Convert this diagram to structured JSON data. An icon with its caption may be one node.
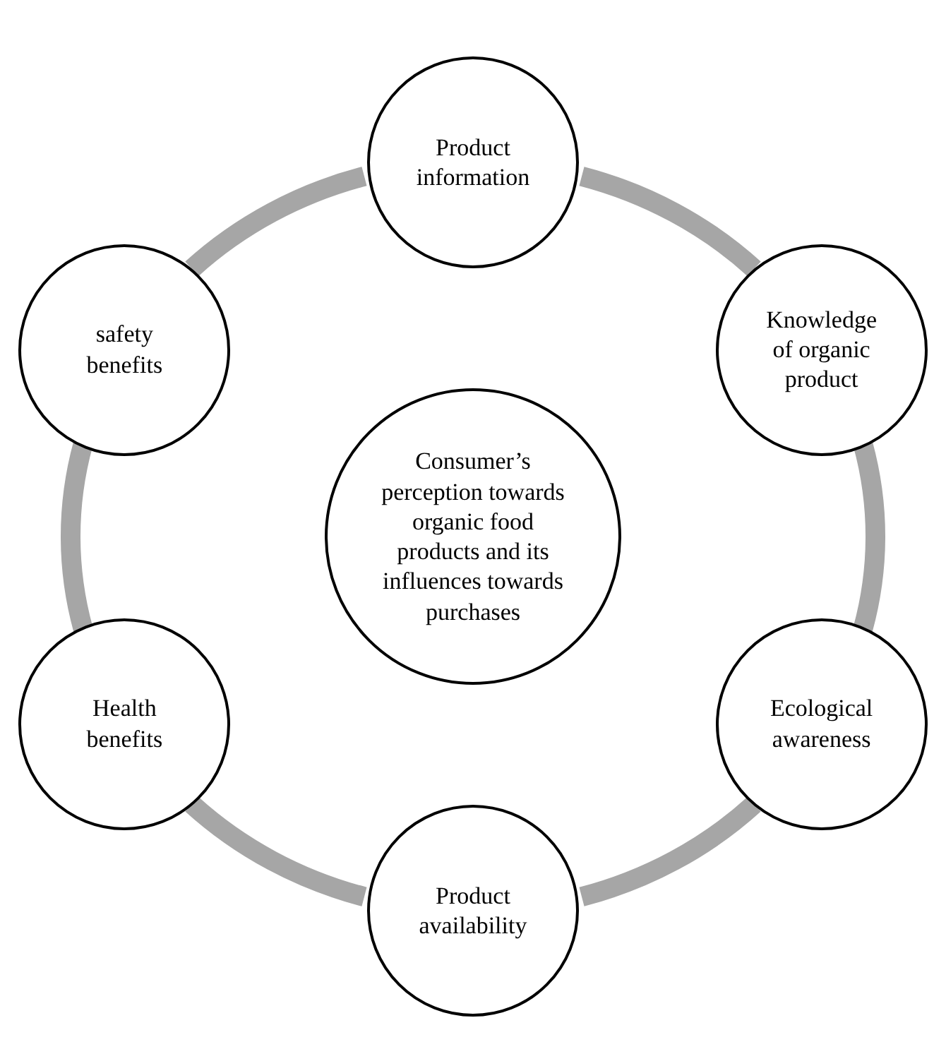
{
  "diagram": {
    "nodes": [
      {
        "text": [
          "Consumer’s perception towards organic food products and its influences towards purchases"
        ]
      },
      {
        "text": [
          "Product information"
        ]
      },
      {
        "text": [
          "Knowledge of organic product"
        ]
      },
      {
        "text": [
          "Ecological awareness"
        ]
      },
      {
        "text": [
          "Product availability"
        ]
      },
      {
        "text": [
          "Health benefits"
        ]
      },
      {
        "text": [
          "safety benefits"
        ]
      }
    ],
    "edges": [
      {
        "from": 1,
        "to": 2,
        "arrow": "none"
      },
      {
        "from": 2,
        "to": 3,
        "arrow": "none"
      },
      {
        "from": 3,
        "to": 4,
        "arrow": "none"
      },
      {
        "from": 4,
        "to": 5,
        "arrow": "none"
      },
      {
        "from": 5,
        "to": 6,
        "arrow": "none"
      },
      {
        "from": 6,
        "to": 1,
        "arrow": "none"
      }
    ]
  }
}
